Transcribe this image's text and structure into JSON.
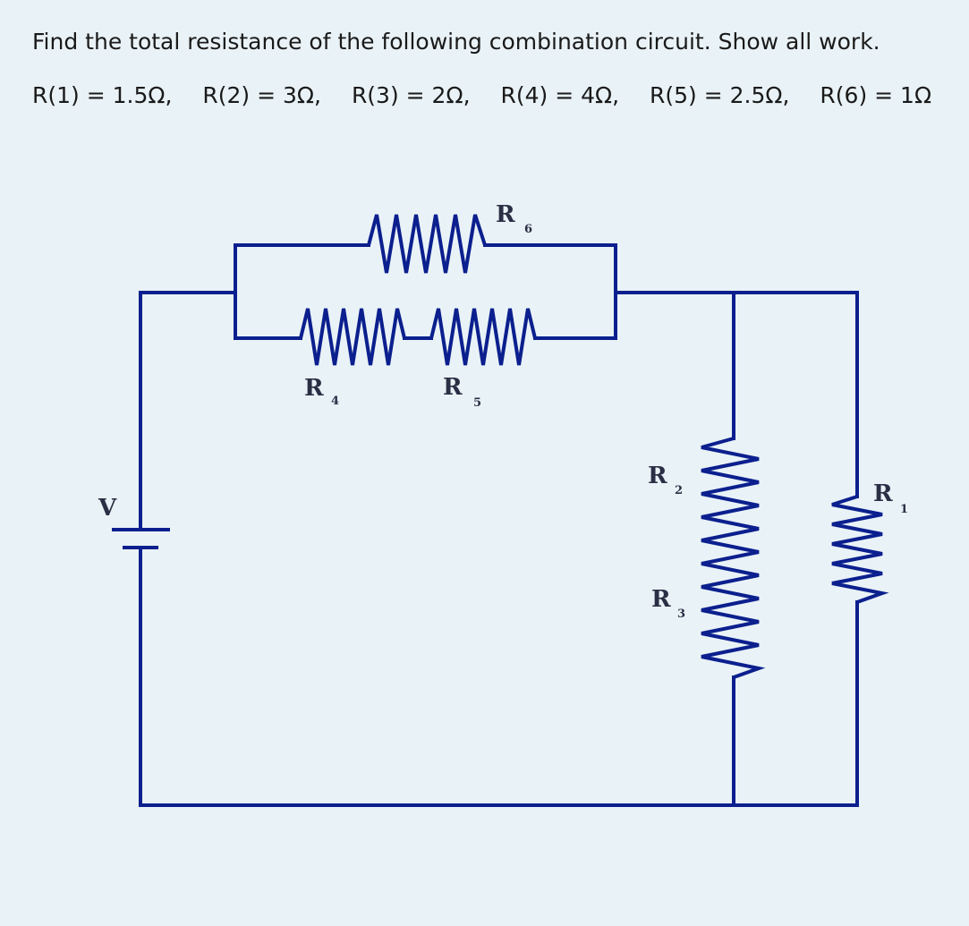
{
  "question": {
    "prompt": "Find the total resistance of the following combination circuit.  Show all work.",
    "values": [
      "R(1) = 1.5Ω,",
      "R(2) = 3Ω,",
      "R(3) = 2Ω,",
      "R(4) = 4Ω,",
      "R(5) = 2.5Ω,",
      "R(6) = 1Ω"
    ]
  },
  "circuit": {
    "source_label": "V",
    "resistors": [
      {
        "letter": "R",
        "sub": "6"
      },
      {
        "letter": "R",
        "sub": "4"
      },
      {
        "letter": "R",
        "sub": "5"
      },
      {
        "letter": "R",
        "sub": "2"
      },
      {
        "letter": "R",
        "sub": "3"
      },
      {
        "letter": "R",
        "sub": "1"
      }
    ],
    "wire_color": "#0b1f8e",
    "background_color": "#e9f2f6"
  }
}
